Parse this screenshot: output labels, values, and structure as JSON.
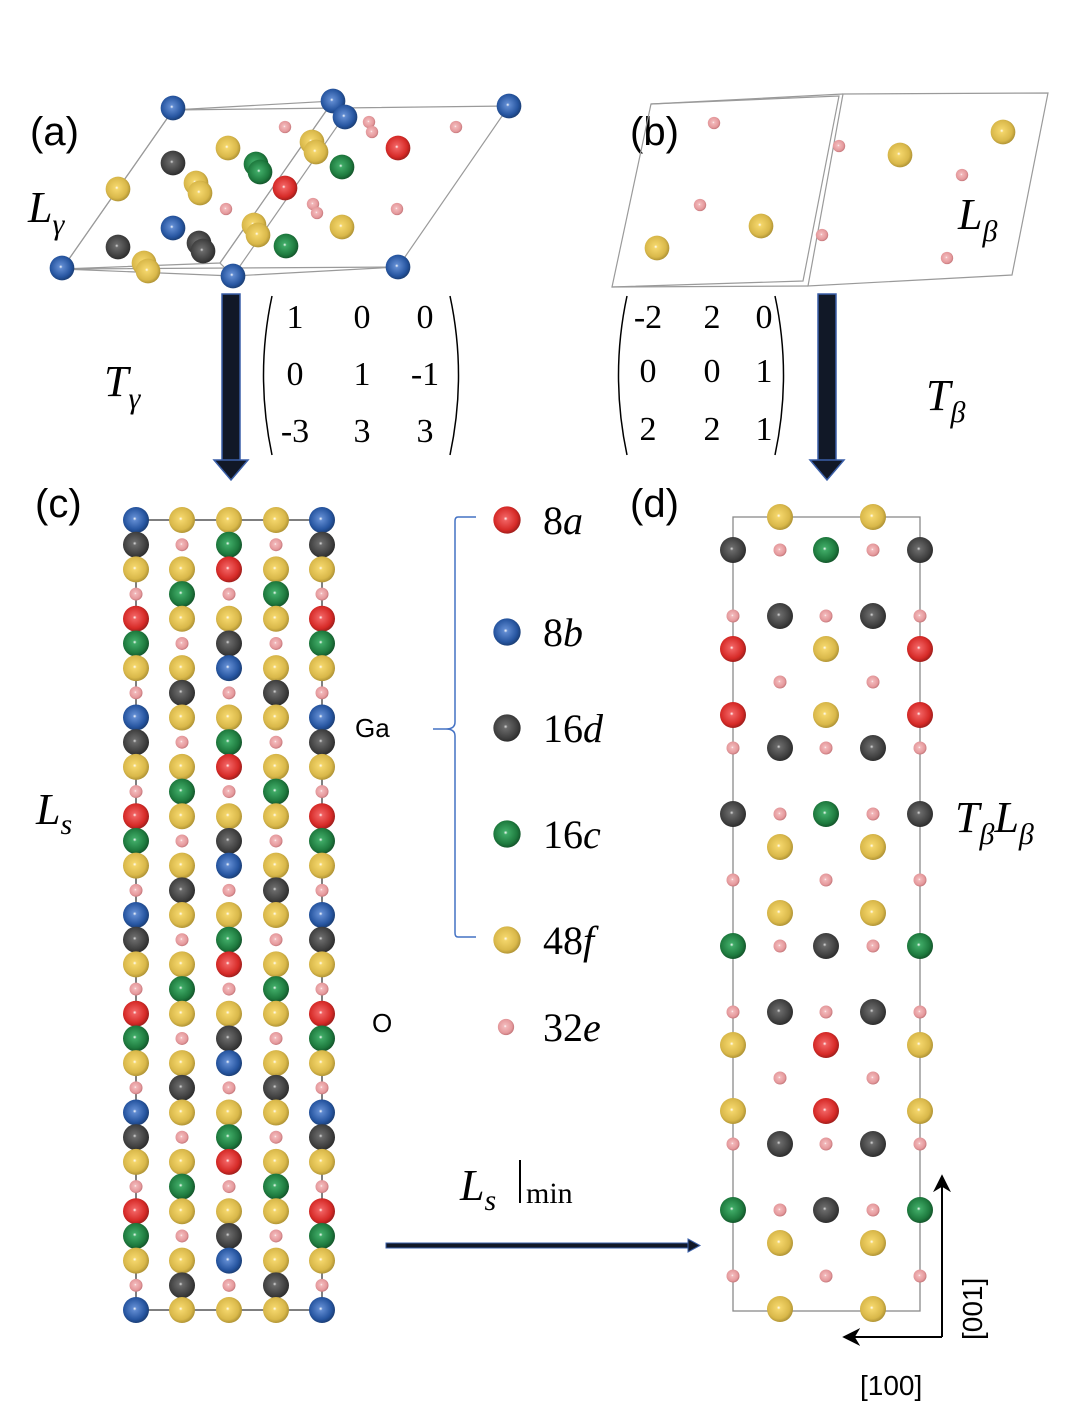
{
  "figure": {
    "panels": {
      "a": {
        "label": "(a)",
        "lattice_symbol": "L",
        "lattice_sub": "γ"
      },
      "b": {
        "label": "(b)",
        "lattice_symbol": "L",
        "lattice_sub": "β"
      },
      "c": {
        "label": "(c)",
        "lattice_symbol": "L",
        "lattice_sub": "s"
      },
      "d": {
        "label": "(d)",
        "lattice_symbol1": "T",
        "lattice_sub1": "β",
        "lattice_symbol2": "L",
        "lattice_sub2": "β"
      }
    },
    "transforms": {
      "gamma": {
        "symbol": "T",
        "sub": "γ",
        "matrix": [
          [
            "1",
            "0",
            "0"
          ],
          [
            "0",
            "1",
            "-1"
          ],
          [
            "-3",
            "3",
            "3"
          ]
        ]
      },
      "beta": {
        "symbol": "T",
        "sub": "β",
        "matrix": [
          [
            "-2",
            "2",
            "0"
          ],
          [
            "0",
            "0",
            "1"
          ],
          [
            "2",
            "2",
            "1"
          ]
        ]
      }
    },
    "minimization": {
      "symbol": "L",
      "sub": "s",
      "bar_sub": "min"
    },
    "axes": {
      "vertical": "[001]",
      "horizontal": "[100]"
    },
    "legend": {
      "groups": [
        {
          "element": "Ga"
        },
        {
          "element": "O"
        }
      ],
      "sites": [
        {
          "key": "8a",
          "num": "8",
          "letter": "a",
          "element": "Ga",
          "color": "#d62a27"
        },
        {
          "key": "8b",
          "num": "8",
          "letter": "b",
          "element": "Ga",
          "color": "#2655a0"
        },
        {
          "key": "16d",
          "num": "16",
          "letter": "d",
          "element": "Ga",
          "color": "#404040"
        },
        {
          "key": "16c",
          "num": "16",
          "letter": "c",
          "element": "Ga",
          "color": "#1e7a3e"
        },
        {
          "key": "48f",
          "num": "48",
          "letter": "f",
          "element": "Ga",
          "color": "#d9b84a"
        },
        {
          "key": "32e",
          "num": "32",
          "letter": "e",
          "element": "O",
          "color": "#e5999c"
        }
      ]
    },
    "colors": {
      "arrow_fill": "#111827",
      "arrow_edge": "#3a5fa8",
      "brace": "#4472c4",
      "cell_line": "#8a8a8a"
    },
    "structure_c_pattern": [
      [
        "8b",
        "48f",
        "48f",
        "48f",
        "8b"
      ],
      [
        "16d",
        "32e",
        "16c",
        "32e",
        "16d"
      ],
      [
        "48f",
        "48f",
        "8a",
        "48f",
        "48f"
      ],
      [
        "32e",
        "16c",
        "32e",
        "16c",
        "32e"
      ],
      [
        "8a",
        "48f",
        "48f",
        "48f",
        "8a"
      ],
      [
        "16c",
        "32e",
        "16d",
        "32e",
        "16c"
      ],
      [
        "48f",
        "48f",
        "8b",
        "48f",
        "48f"
      ],
      [
        "32e",
        "16d",
        "32e",
        "16d",
        "32e"
      ]
    ],
    "structure_d_rows": [
      [
        null,
        "48f",
        null,
        "48f",
        null
      ],
      [
        "16d",
        "32e",
        "16c",
        "32e",
        "16d"
      ],
      [
        "32e",
        "16d",
        "32e",
        "16d",
        "32e"
      ],
      [
        "8a",
        null,
        "48f",
        null,
        "8a"
      ],
      [
        null,
        "32e",
        null,
        "32e",
        null
      ],
      [
        "8a",
        null,
        "48f",
        null,
        "8a"
      ],
      [
        "32e",
        "16d",
        "32e",
        "16d",
        "32e"
      ],
      [
        "16d",
        "32e",
        "16c",
        "32e",
        "16d"
      ],
      [
        null,
        "48f",
        null,
        "48f",
        null
      ],
      [
        "32e",
        null,
        "32e",
        null,
        "32e"
      ],
      [
        null,
        "48f",
        null,
        "48f",
        null
      ],
      [
        "16c",
        "32e",
        "16d",
        "32e",
        "16c"
      ],
      [
        "32e",
        "16d",
        "32e",
        "16d",
        "32e"
      ],
      [
        "48f",
        null,
        "8a",
        null,
        "48f"
      ],
      [
        null,
        "32e",
        null,
        "32e",
        null
      ],
      [
        "48f",
        null,
        "8a",
        null,
        "48f"
      ],
      [
        "32e",
        "16d",
        "32e",
        "16d",
        "32e"
      ],
      [
        "16c",
        "32e",
        "16d",
        "32e",
        "16c"
      ],
      [
        null,
        "48f",
        null,
        "48f",
        null
      ],
      [
        "32e",
        null,
        "32e",
        null,
        "32e"
      ],
      [
        null,
        "48f",
        null,
        "48f",
        null
      ]
    ]
  }
}
